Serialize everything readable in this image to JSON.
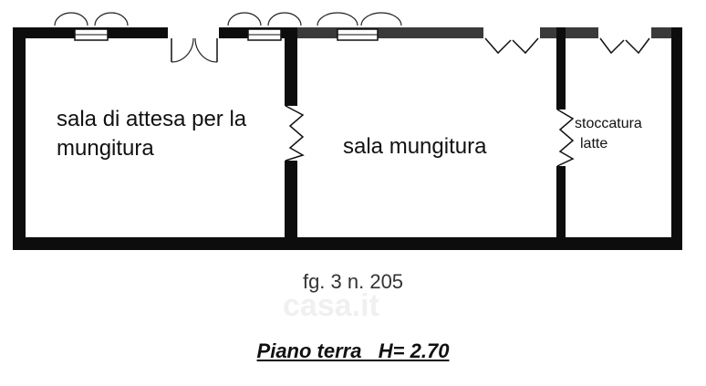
{
  "rooms": {
    "waiting_room_line1": "sala di attesa per la",
    "waiting_room_line2": "mungitura",
    "milking_room": "sala mungitura",
    "milk_storage_line1": "stoccatura",
    "milk_storage_line2": "latte"
  },
  "reference": "fg. 3 n. 205",
  "watermark": "casa.it",
  "title": "Piano terra   H= 2.70",
  "colors": {
    "wall": "#0d0d0d",
    "wall_textured": "#3a3a3a",
    "text": "#111111",
    "background": "#ffffff"
  }
}
